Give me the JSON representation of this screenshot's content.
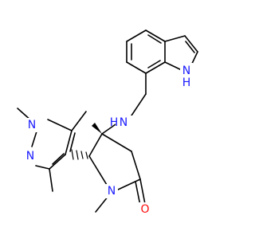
{
  "colors": {
    "bond": "#000000",
    "nitrogen": "#1a1aff",
    "oxygen": "#ff0d0d",
    "background": "#ffffff"
  },
  "labels": {
    "indole_nh_h": "H",
    "indole_nh_n": "N",
    "amine_nh_n": "N",
    "amine_nh_h": "H",
    "pyrazole_n1": "N",
    "pyrazole_n2": "N",
    "lactam_n": "N",
    "lactam_o": "O"
  }
}
